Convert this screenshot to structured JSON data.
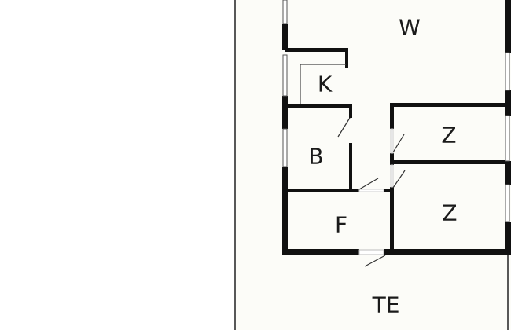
{
  "title": "Floor plan",
  "rooms": [
    {
      "id": "living",
      "label": "W"
    },
    {
      "id": "kitchen",
      "label": "K"
    },
    {
      "id": "bathroom",
      "label": "B"
    },
    {
      "id": "bedroom-1",
      "label": "Z"
    },
    {
      "id": "bedroom-2",
      "label": "Z"
    },
    {
      "id": "hallway",
      "label": "F"
    },
    {
      "id": "terrace",
      "label": "TE"
    }
  ],
  "colors": {
    "wall": "#111111",
    "floor": "#fcfcf8",
    "background": "#ffffff"
  }
}
